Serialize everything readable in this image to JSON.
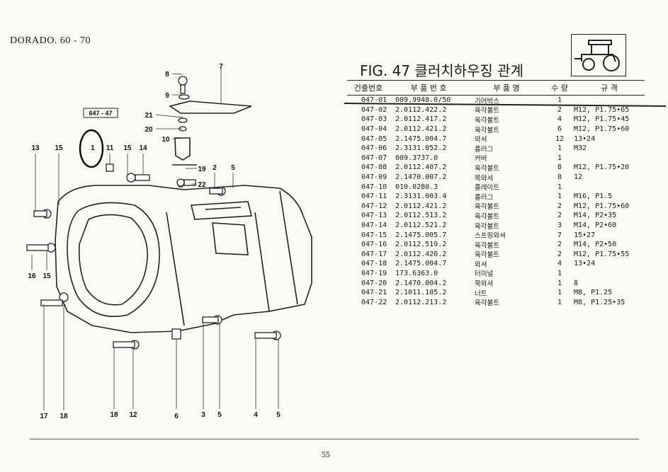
{
  "header": {
    "model": "DORADO. 60 - 70",
    "figure_title": "FIG. 47 클러치하우징 관계"
  },
  "logo": {
    "icon": "tractor-icon"
  },
  "diagram": {
    "figure_code": "647 - 47",
    "callouts": [
      "7",
      "8",
      "9",
      "21",
      "20",
      "10",
      "19",
      "22",
      "2",
      "5",
      "13",
      "15",
      "1",
      "11",
      "15",
      "14",
      "16",
      "15",
      "17",
      "18",
      "18",
      "12",
      "6",
      "3",
      "5",
      "4",
      "5"
    ]
  },
  "table": {
    "headers": [
      "건출번호",
      "부 품 번 호",
      "부 품 명",
      "수 량",
      "규 격"
    ],
    "rows": [
      [
        "047-01",
        "009.9948.0/50",
        "기어박스",
        "1",
        ""
      ],
      [
        "047-02",
        "2.0112.422.2",
        "육각볼트",
        "2",
        "M12, P1.75•65"
      ],
      [
        "047-03",
        "2.0112.417.2",
        "육각볼트",
        "4",
        "M12, P1.75•45"
      ],
      [
        "047-04",
        "2.0112.421.2",
        "육각볼트",
        "6",
        "M12, P1.75•60"
      ],
      [
        "047-05",
        "2.1475.004.7",
        "와셔",
        "12",
        "13•24"
      ],
      [
        "047-06",
        "2.3131.052.2",
        "플러그",
        "1",
        "M32"
      ],
      [
        "047-07",
        "009.3737.0",
        "커버",
        "1",
        ""
      ],
      [
        "047-08",
        "2.0112.407.2",
        "육각볼트",
        "8",
        "M12, P1.75•20"
      ],
      [
        "047-09",
        "2.1470.007.2",
        "목와셔",
        "8",
        "12"
      ],
      [
        "047-10",
        "010.0280.3",
        "플레이트",
        "1",
        ""
      ],
      [
        "047-11",
        "2.3131.003.4",
        "플러그",
        "1",
        "M16, P1.5"
      ],
      [
        "047-12",
        "2.0112.421.2",
        "육각볼트",
        "2",
        "M12, P1.75•60"
      ],
      [
        "047-13",
        "2.0112.513.2",
        "육각볼트",
        "2",
        "M14, P2•35"
      ],
      [
        "047-14",
        "2.0112.521.2",
        "육각볼트",
        "3",
        "M14, P2•60"
      ],
      [
        "047-15",
        "2.1475.005.7",
        "스프링와셔",
        "7",
        "15•27"
      ],
      [
        "047-16",
        "2.0112.519.2",
        "육각볼트",
        "2",
        "M14, P2•50"
      ],
      [
        "047-17",
        "2.0112.420.2",
        "육각볼트",
        "2",
        "M12, P1.75•55"
      ],
      [
        "047-18",
        "2.1475.004.7",
        "와셔",
        "4",
        "13•24"
      ],
      [
        "047-19",
        "173.6363.0",
        "터미널",
        "1",
        ""
      ],
      [
        "047-20",
        "2.1470.004.2",
        "목와셔",
        "1",
        "8"
      ],
      [
        "047-21",
        "2.1011.105.2",
        "너트",
        "1",
        "M8, P1.25"
      ],
      [
        "047-22",
        "2.0112.213.2",
        "육각볼트",
        "1",
        "M8, P1.25•35"
      ]
    ]
  },
  "footer": {
    "page_number": "55"
  }
}
